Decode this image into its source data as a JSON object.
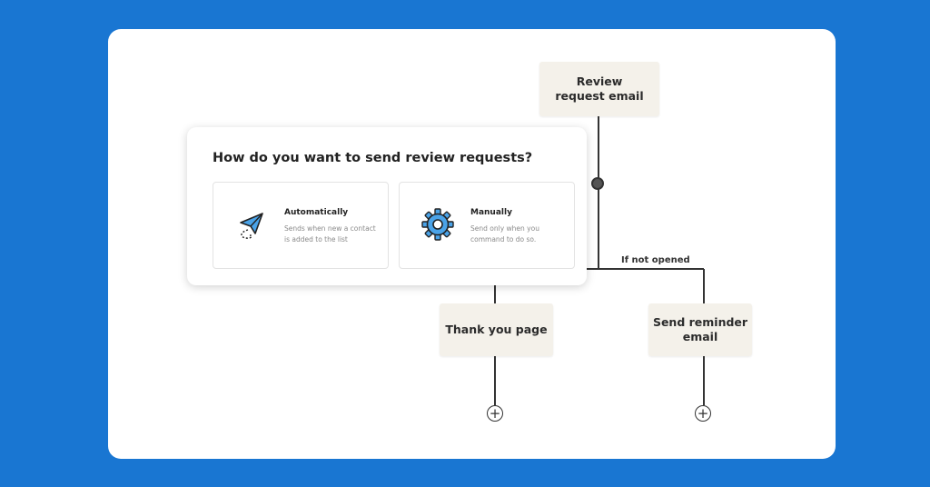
{
  "panel": {
    "title": "How do you want to send review requests?",
    "options": [
      {
        "title": "Automatically",
        "description": "Sends when new a contact is added to the list",
        "icon": "paper-plane-icon"
      },
      {
        "title": "Manually",
        "description": "Send only when you command to do so.",
        "icon": "gear-icon"
      }
    ]
  },
  "nodes": {
    "review": {
      "line1": "Review",
      "line2": "request email"
    },
    "thanks": {
      "label": "Thank you page"
    },
    "reminder": {
      "line1": "Send reminder",
      "line2": "email"
    }
  },
  "branch_label": "If not opened",
  "add_symbol": "+",
  "colors": {
    "background": "#1976d2",
    "card": "#ffffff",
    "node": "#f4f1ea",
    "icon_blue": "#4aa3e8",
    "line": "#333333"
  }
}
